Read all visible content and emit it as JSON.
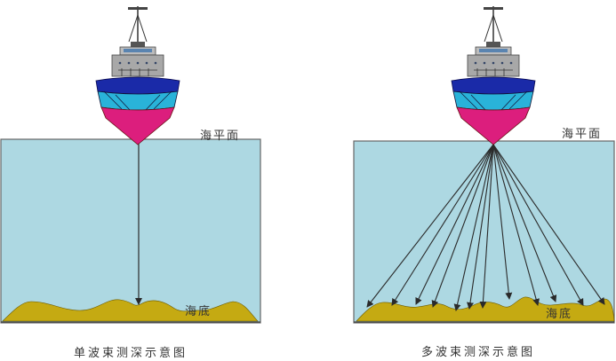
{
  "colors": {
    "water": "#add8e2",
    "seabed": "#c5aa12",
    "hull_lower": "#dc1e7d",
    "hull_mid": "#29b3d9",
    "hull_top": "#1a2aa8",
    "superstructure": "#a8a8a8",
    "beam": "#2a2a2a"
  },
  "single_beam": {
    "sea_level_label": "海平面",
    "seabed_label": "海底",
    "caption": "单波束测深示意图",
    "beam_count": 1
  },
  "multi_beam": {
    "sea_level_label": "海平面",
    "seabed_label": "海底",
    "caption": "多波束测深示意图",
    "beam_count": 12
  }
}
